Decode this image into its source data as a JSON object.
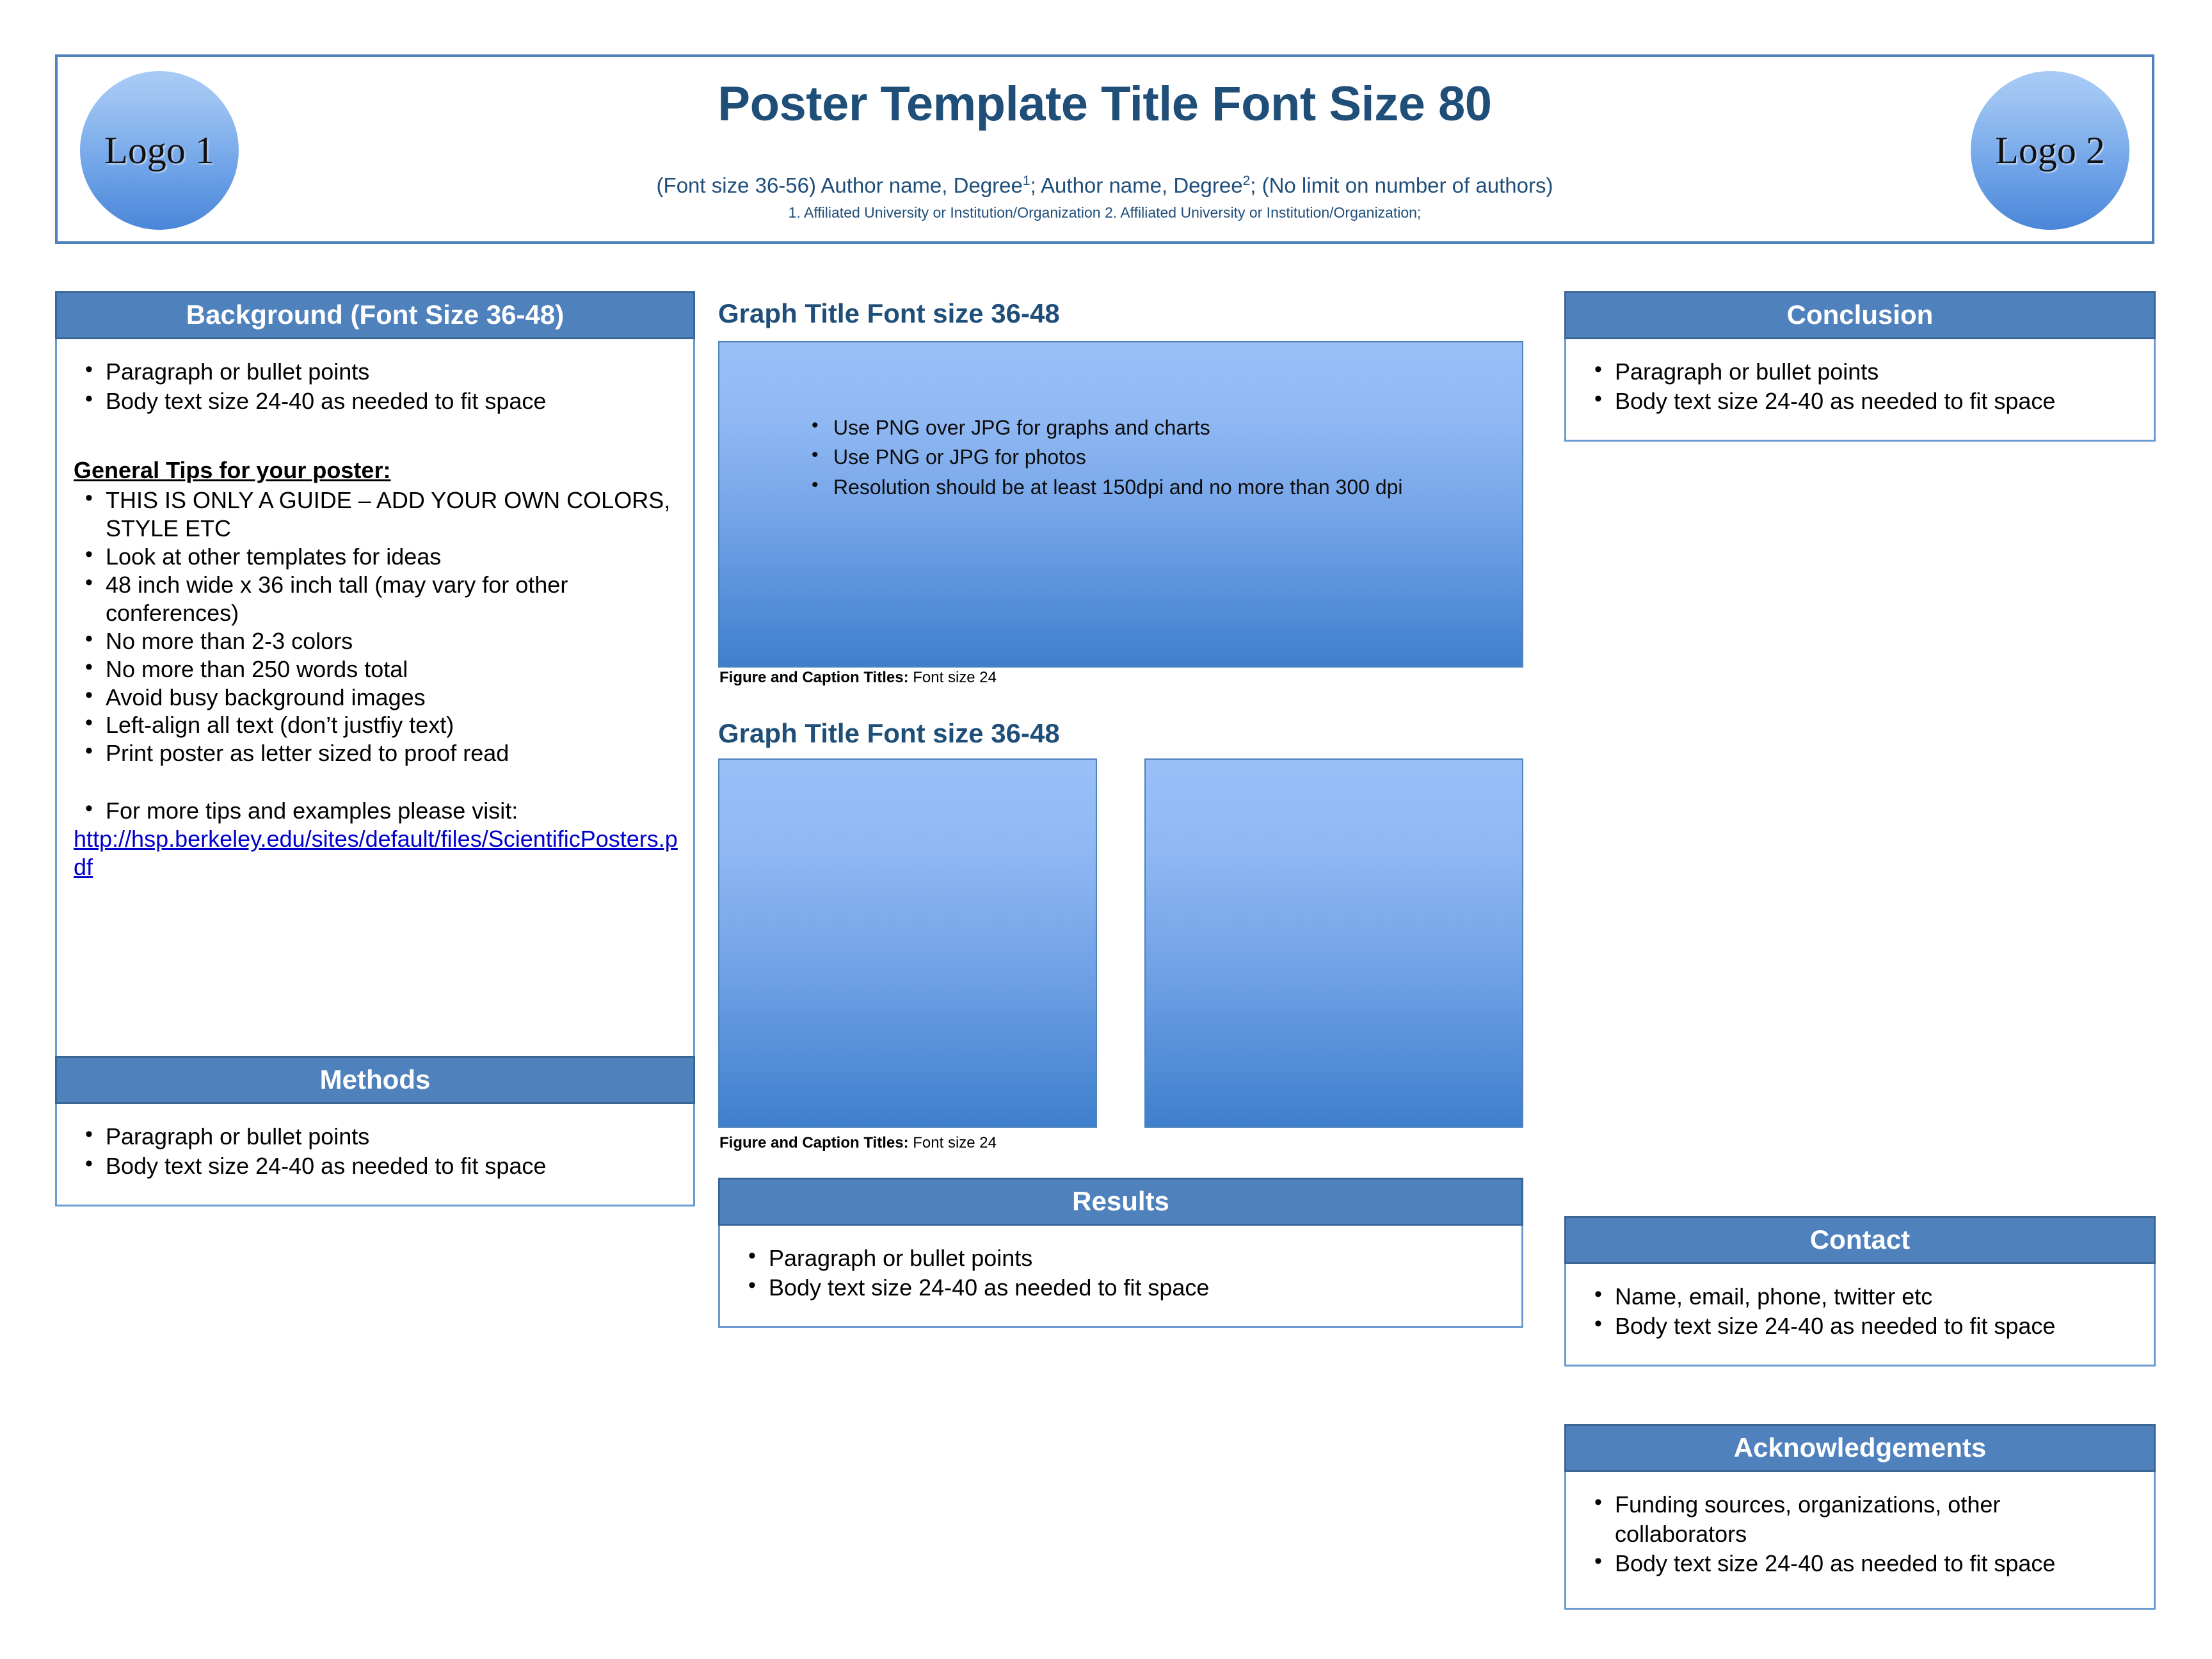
{
  "header": {
    "title": "Poster Template Title Font Size 80",
    "authors_prefix": "(Font size 36-56) Author name, Degree",
    "authors_sup1": "1",
    "authors_mid": "; Author name, Degree",
    "authors_sup2": "2",
    "authors_suffix": "; (No limit on number of authors)",
    "authors_full": "(Font size 36-56) Author name, Degree1; Author name, Degree2; (No limit on number of authors)",
    "affiliations": "1.  Affiliated University or Institution/Organization 2. Affiliated University or Institution/Organization;",
    "logo_left": "Logo 1",
    "logo_right": "Logo 2"
  },
  "colors": {
    "section_header_bg": "#4F81BD",
    "section_header_border": "#3A6698",
    "section_body_border": "#6B9BD1",
    "title_text": "#1F4E79",
    "link_text": "#0000CC",
    "image_gradient_top": "#99C0F7",
    "image_gradient_bottom": "#3E7FCC",
    "logo_gradient_top": "#A8CBF5",
    "logo_gradient_bottom": "#4A86D8"
  },
  "sections": {
    "background": {
      "heading": "Background (Font Size 36-48)",
      "bullets": [
        "Paragraph or bullet points",
        "Body text size  24-40 as needed to fit space"
      ],
      "tips_heading": "General Tips for your poster:",
      "tips": [
        "THIS IS ONLY A GUIDE – ADD YOUR OWN COLORS, STYLE ETC",
        "Look at other templates for ideas",
        "48 inch wide x 36 inch tall (may vary for other conferences)",
        "No more than 2-3 colors",
        "No more than 250 words total",
        "Avoid busy background images",
        "Left-align all text (don’t justfiy text)",
        "Print poster as letter sized to proof read"
      ],
      "more_tips_label": "For more tips and examples please visit:",
      "more_tips_url": "http://hsp.berkeley.edu/sites/default/files/ScientificPosters.pdf"
    },
    "methods": {
      "heading": "Methods",
      "bullets": [
        "Paragraph or bullet points",
        "Body text size  24-40 as needed to fit space"
      ]
    },
    "results": {
      "heading": "Results",
      "bullets": [
        "Paragraph or bullet points",
        "Body text size  24-40 as needed to fit space"
      ]
    },
    "conclusion": {
      "heading": "Conclusion",
      "bullets": [
        "Paragraph or bullet points",
        "Body text size  24-40 as needed to fit space"
      ]
    },
    "contact": {
      "heading": "Contact",
      "bullets": [
        "Name, email, phone, twitter etc",
        "Body text size  24-40 as needed to fit space"
      ]
    },
    "acknowledgements": {
      "heading": "Acknowledgements",
      "bullets": [
        "Funding sources, organizations, other collaborators",
        "Body text size  24-40 as needed to fit space"
      ]
    }
  },
  "figures": {
    "graph1": {
      "title": "Graph Title Font size 36-48",
      "bullets": [
        "Use PNG over JPG for graphs and charts",
        "Use PNG or JPG for photos",
        "Resolution should be at least 150dpi and no more than 300 dpi"
      ],
      "caption_bold": "Figure and Caption Titles:",
      "caption_rest": " Font size 24"
    },
    "graph2": {
      "title": "Graph Title Font size 36-48",
      "caption_bold": "Figure and Caption Titles:",
      "caption_rest": " Font size 24"
    }
  }
}
